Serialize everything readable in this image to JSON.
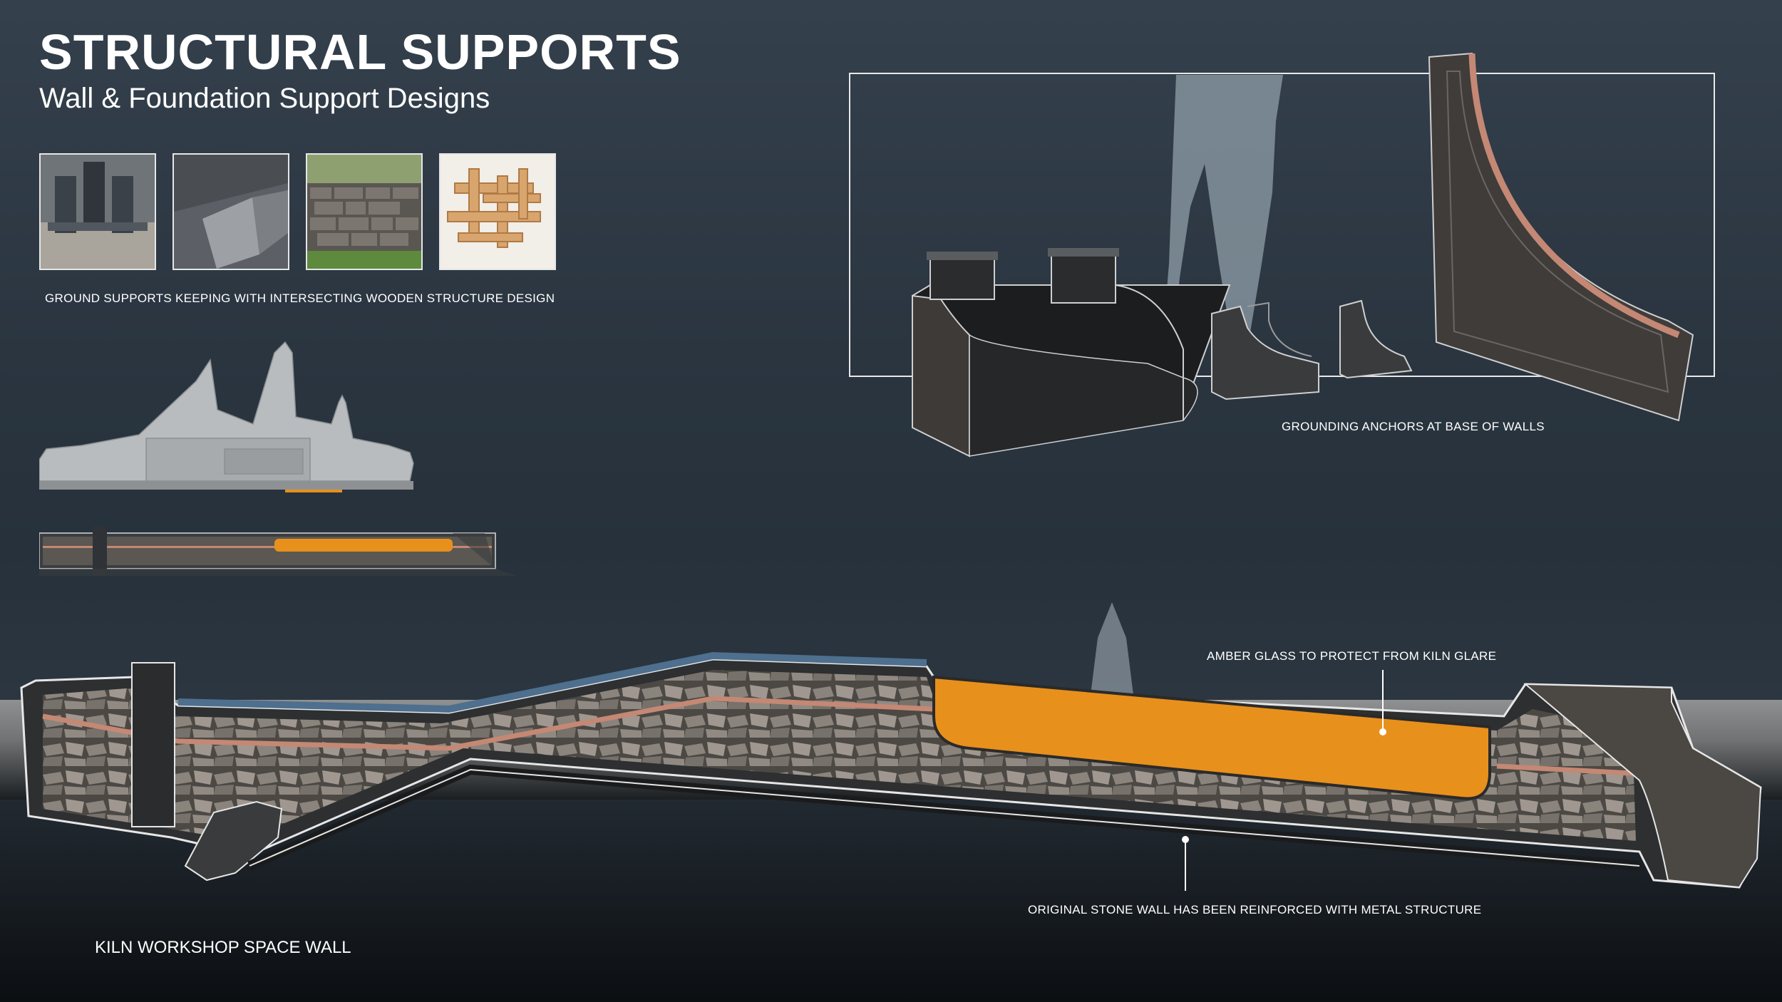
{
  "header": {
    "title": "STRUCTURAL SUPPORTS",
    "subtitle": "Wall & Foundation Support Designs"
  },
  "reference_images": [
    {
      "icon": "steel-base-plate-photo"
    },
    {
      "icon": "metal-bracket-photo"
    },
    {
      "icon": "stacked-stone-wall-photo"
    },
    {
      "icon": "interlocking-wood-blocks-photo"
    }
  ],
  "captions": {
    "ground_supports": "GROUND SUPPORTS KEEPING WITH INTERSECTING WOODEN STRUCTURE DESIGN",
    "grounding_anchors": "GROUNDING ANCHORS AT BASE OF WALLS",
    "amber_glass": "AMBER GLASS TO PROTECT FROM KILN GLARE",
    "stone_wall": "ORIGINAL STONE WALL HAS BEEN REINFORCED WITH METAL STRUCTURE",
    "kiln_wall": "KILN WORKSHOP SPACE WALL"
  },
  "colors": {
    "background": "#2a3540",
    "amber_glass": "#e8901c",
    "copper_trim": "#c48874",
    "metal_frame": "#3a3d40",
    "label_text": "#ffffff"
  }
}
